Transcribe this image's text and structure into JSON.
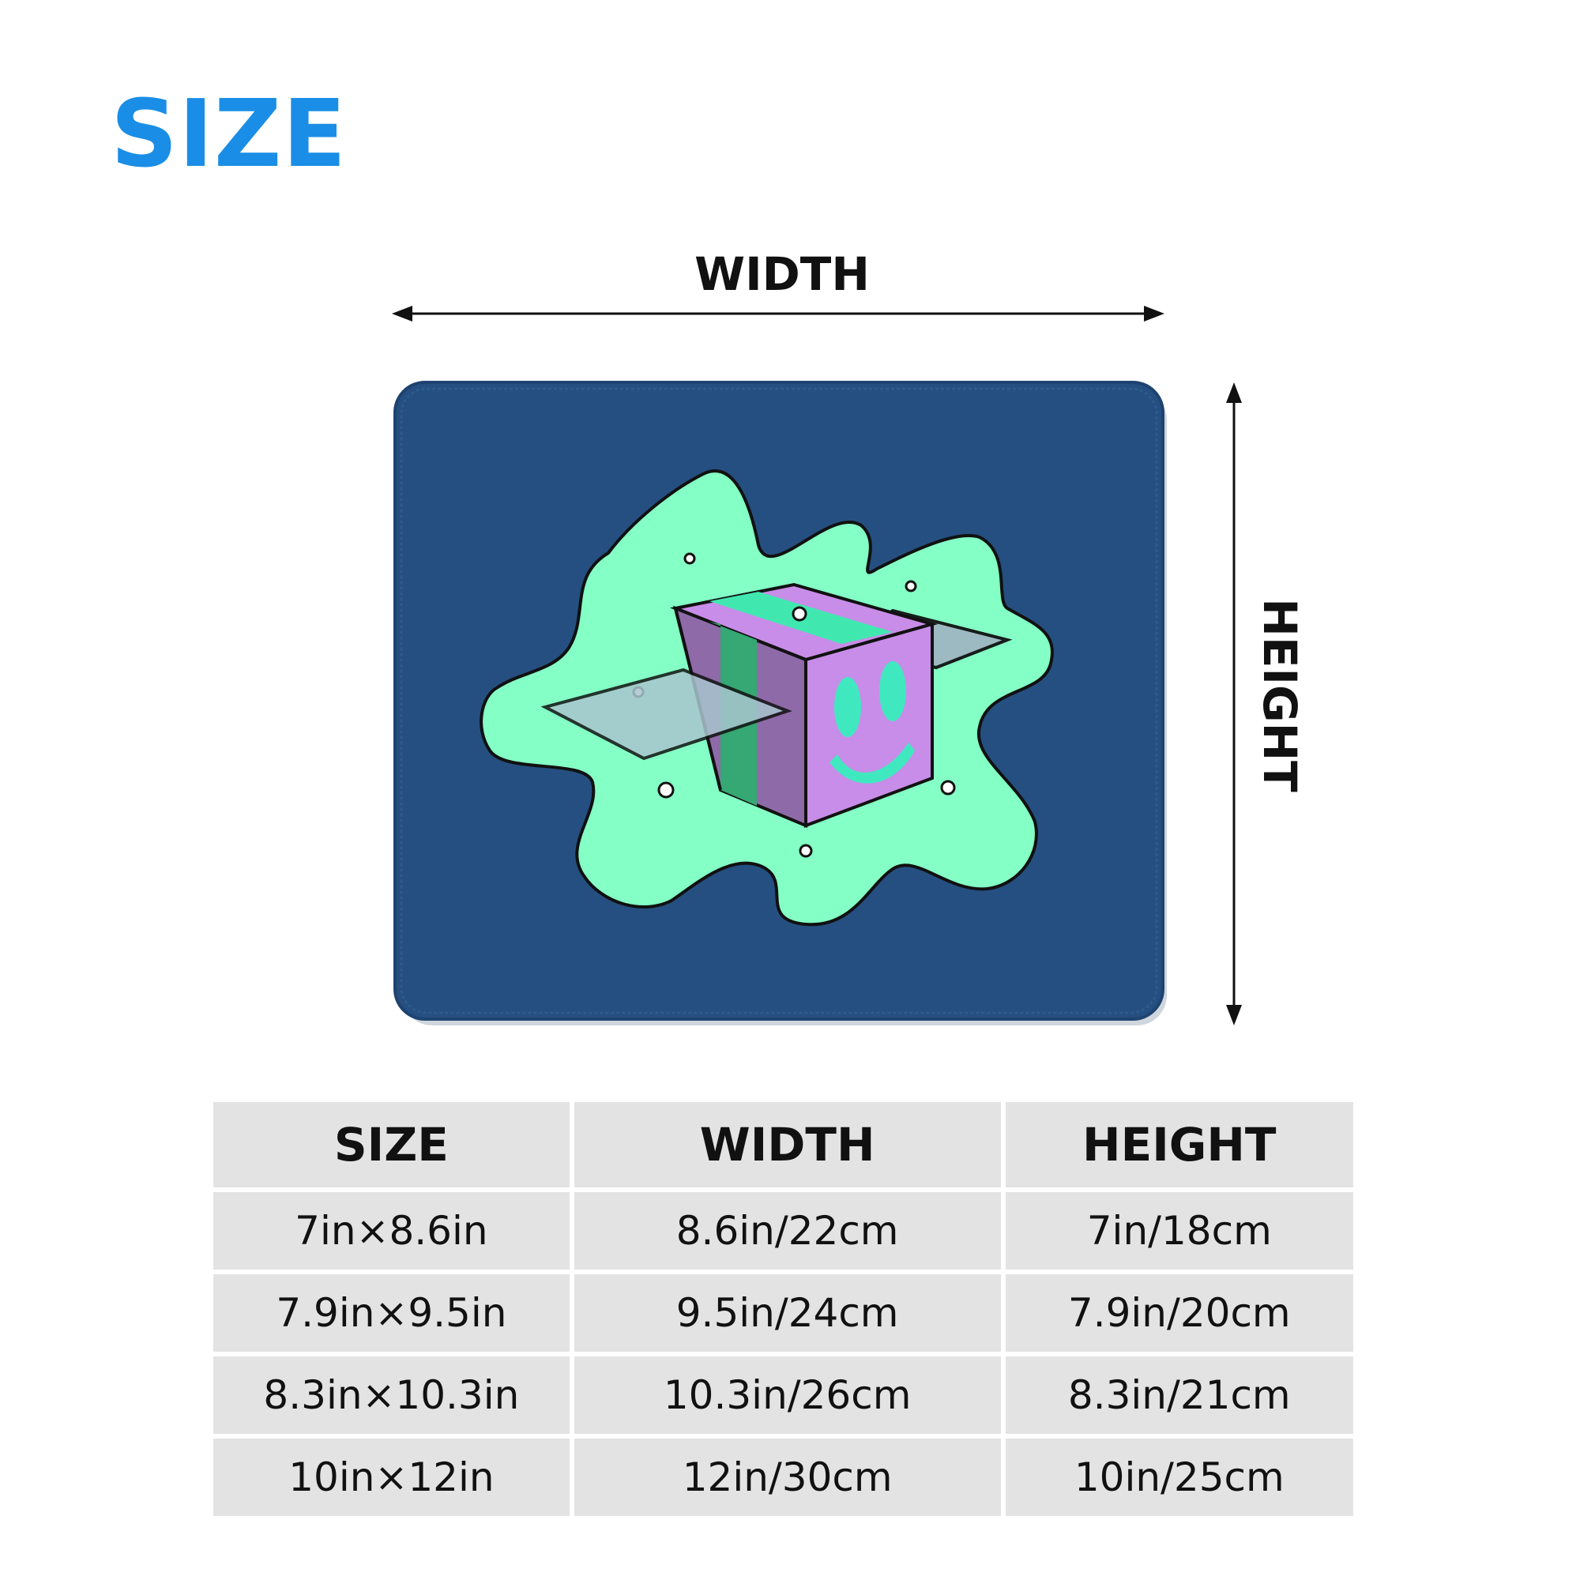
{
  "title": "SIZE",
  "diagram": {
    "width_label": "WIDTH",
    "height_label": "HEIGHT"
  },
  "colors": {
    "title": "#1a8ee6",
    "mat_background": "#254f80",
    "splat": "#84ffc5",
    "cube_face": "#c88de8",
    "cube_side": "#8e6aa8",
    "cube_stripe": "#35a873",
    "cube_top_stripe": "#40e8b0"
  },
  "table": {
    "headers": [
      "SIZE",
      "WIDTH",
      "HEIGHT"
    ],
    "rows": [
      [
        "7in×8.6in",
        "8.6in/22cm",
        "7in/18cm"
      ],
      [
        "7.9in×9.5in",
        "9.5in/24cm",
        "7.9in/20cm"
      ],
      [
        "8.3in×10.3in",
        "10.3in/26cm",
        "8.3in/21cm"
      ],
      [
        "10in×12in",
        "12in/30cm",
        "10in/25cm"
      ]
    ]
  }
}
